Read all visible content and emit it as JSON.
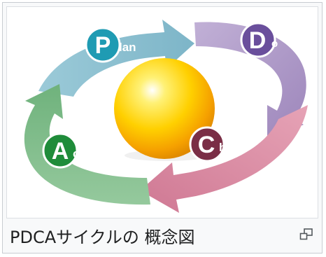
{
  "diagram": {
    "stages": [
      {
        "initial": "P",
        "rest": "lan",
        "badge_color": "#1f9bb3"
      },
      {
        "initial": "D",
        "rest": "o",
        "badge_color": "#6a4f9c"
      },
      {
        "initial": "C",
        "rest": "heck",
        "badge_color": "#7a2e46"
      },
      {
        "initial": "A",
        "rest": "ct",
        "badge_color": "#1f8c3a"
      }
    ],
    "arrow_colors": {
      "plan": "#8cc0d0",
      "do": "#b09cc8",
      "check": "#d98aa2",
      "act": "#84bf8e"
    },
    "center_sphere_color": "#ffc800"
  },
  "caption": {
    "text": "PDCAサイクルの 概念図"
  },
  "enlarge_icon": "enlarge-icon"
}
